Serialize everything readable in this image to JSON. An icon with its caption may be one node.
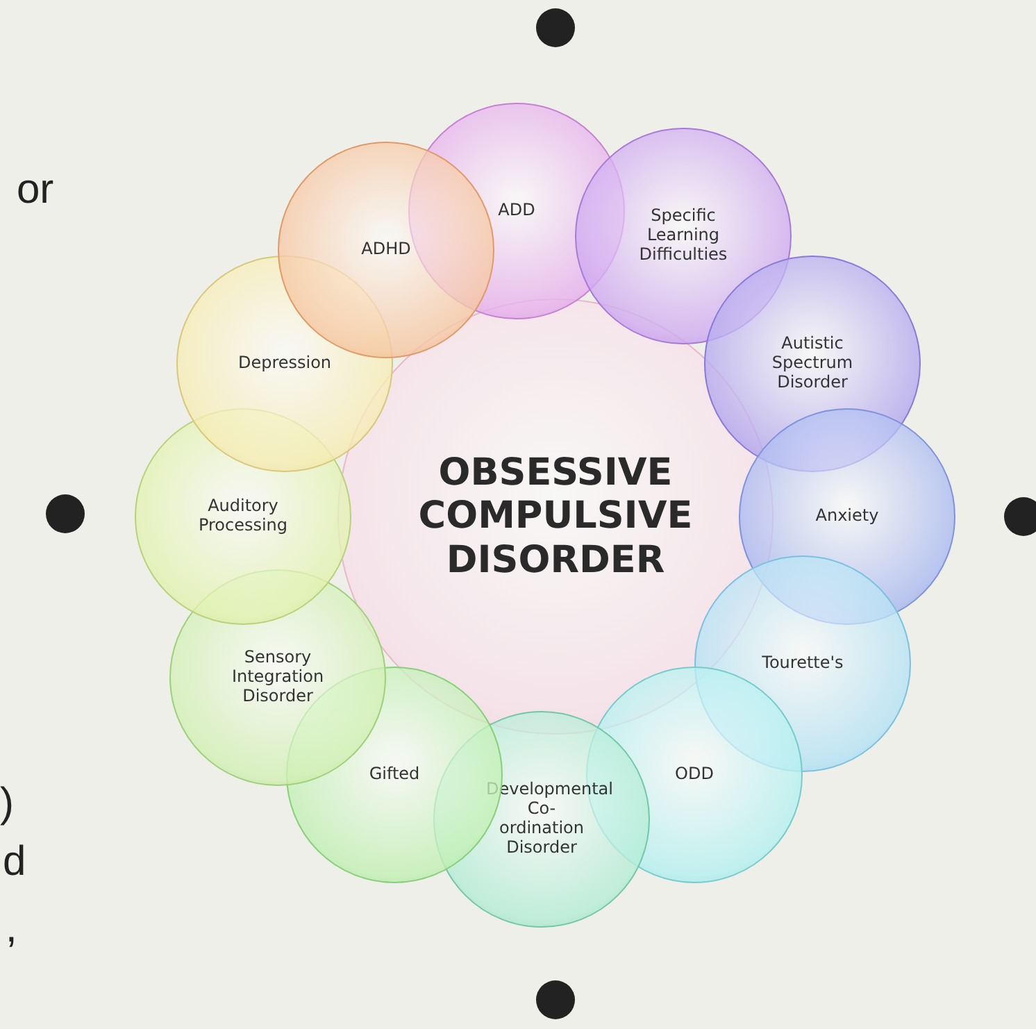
{
  "diagram": {
    "nodes": [
      {
        "text": [
          "OBSESSIVE COMPULSIVE DISORDER"
        ]
      },
      {
        "text": [
          "ADD"
        ]
      },
      {
        "text": [
          "Specific Learning Difficulties"
        ]
      },
      {
        "text": [
          "Autistic Spectrum Disorder"
        ]
      },
      {
        "text": [
          "Anxiety"
        ]
      },
      {
        "text": [
          "Tourette's"
        ]
      },
      {
        "text": [
          "ODD"
        ]
      },
      {
        "text": [
          "Developmental Co-ordination Disorder"
        ]
      },
      {
        "text": [
          "Gifted"
        ]
      },
      {
        "text": [
          "Sensory Integration Disorder"
        ]
      },
      {
        "text": [
          "Auditory Processing"
        ]
      },
      {
        "text": [
          "Depression"
        ]
      },
      {
        "text": [
          "ADHD"
        ]
      }
    ],
    "labels": [
      "or",
      ")",
      "d",
      ","
    ]
  }
}
